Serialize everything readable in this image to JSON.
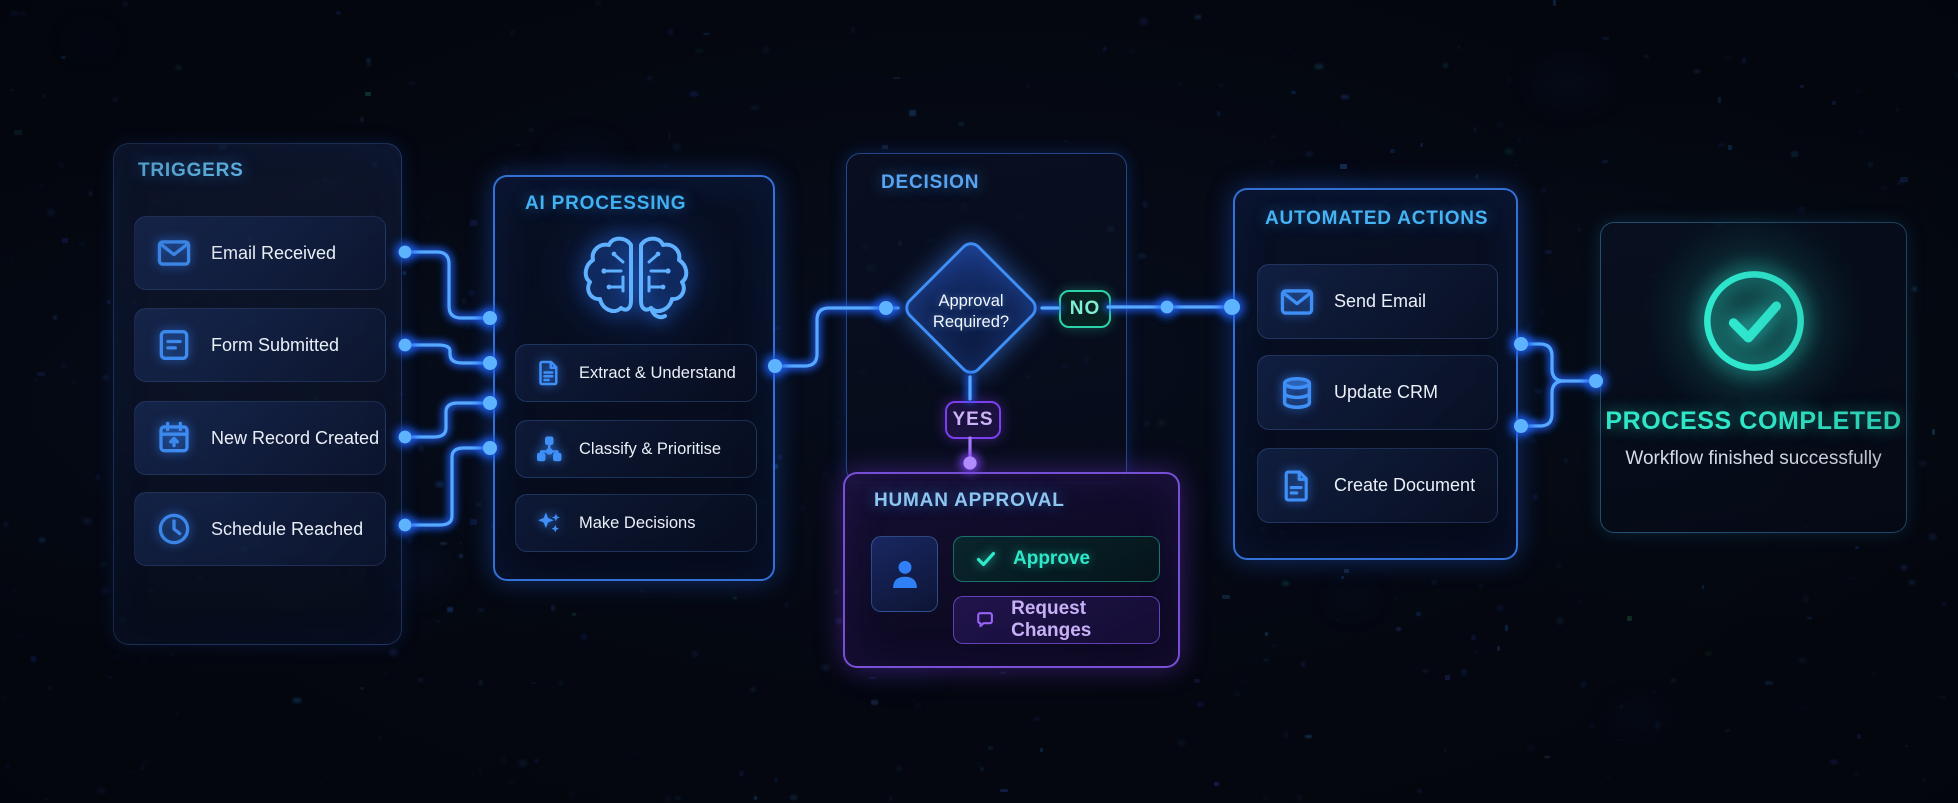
{
  "palette": {
    "background": "#04070f",
    "panel_border_blue": "#3b82f6",
    "connector_blue": "#57a9ff",
    "title_blue": "#58b7f2",
    "text_primary": "#eaeff8",
    "accent_teal": "#2ee7c9",
    "accent_purple": "#8b5cf6",
    "no_badge_green": "#2bd3a9",
    "yes_badge_purple": "#7a3ff0"
  },
  "triggers": {
    "title": "TRIGGERS",
    "items": [
      {
        "label": "Email Received",
        "icon": "email-icon"
      },
      {
        "label": "Form Submitted",
        "icon": "form-icon"
      },
      {
        "label": "New Record Created",
        "icon": "calendar-icon"
      },
      {
        "label": "Schedule Reached",
        "icon": "clock-icon"
      }
    ]
  },
  "ai_processing": {
    "title": "AI PROCESSING",
    "icon": "brain-icon",
    "items": [
      {
        "label": "Extract & Understand",
        "icon": "document-icon"
      },
      {
        "label": "Classify & Prioritise",
        "icon": "sitemap-icon"
      },
      {
        "label": "Make Decisions",
        "icon": "sparkles-icon"
      }
    ]
  },
  "decision": {
    "title": "DECISION",
    "question": "Approval Required?",
    "no_label": "NO",
    "yes_label": "YES"
  },
  "human_approval": {
    "title": "HUMAN APPROVAL",
    "user_icon": "person-icon",
    "buttons": [
      {
        "label": "Approve",
        "icon": "check-icon"
      },
      {
        "label": "Request Changes",
        "icon": "chat-icon"
      }
    ]
  },
  "automated_actions": {
    "title": "AUTOMATED ACTIONS",
    "items": [
      {
        "label": "Send Email",
        "icon": "email-icon"
      },
      {
        "label": "Update CRM",
        "icon": "database-icon"
      },
      {
        "label": "Create Document",
        "icon": "document-icon"
      }
    ]
  },
  "process_completed": {
    "title": "PROCESS COMPLETED",
    "subtitle": "Workflow finished successfully",
    "icon": "check-circle-icon"
  }
}
